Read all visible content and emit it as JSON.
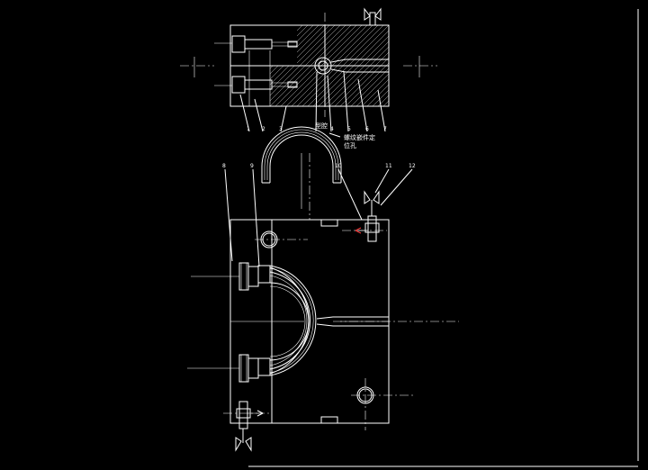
{
  "colors": {
    "background": "#000000",
    "lines": "#ffffff",
    "runner_hint": "#ff3b3b"
  },
  "view_top": {
    "callouts": [
      "1",
      "2",
      "3",
      "4",
      "5",
      "6",
      "7"
    ],
    "note_left": "型腔",
    "note_right_line1": "螺纹嵌件定",
    "note_right_line2": "位孔"
  },
  "view_bottom": {
    "callouts": [
      "8",
      "9",
      "10",
      "11",
      "12"
    ]
  }
}
